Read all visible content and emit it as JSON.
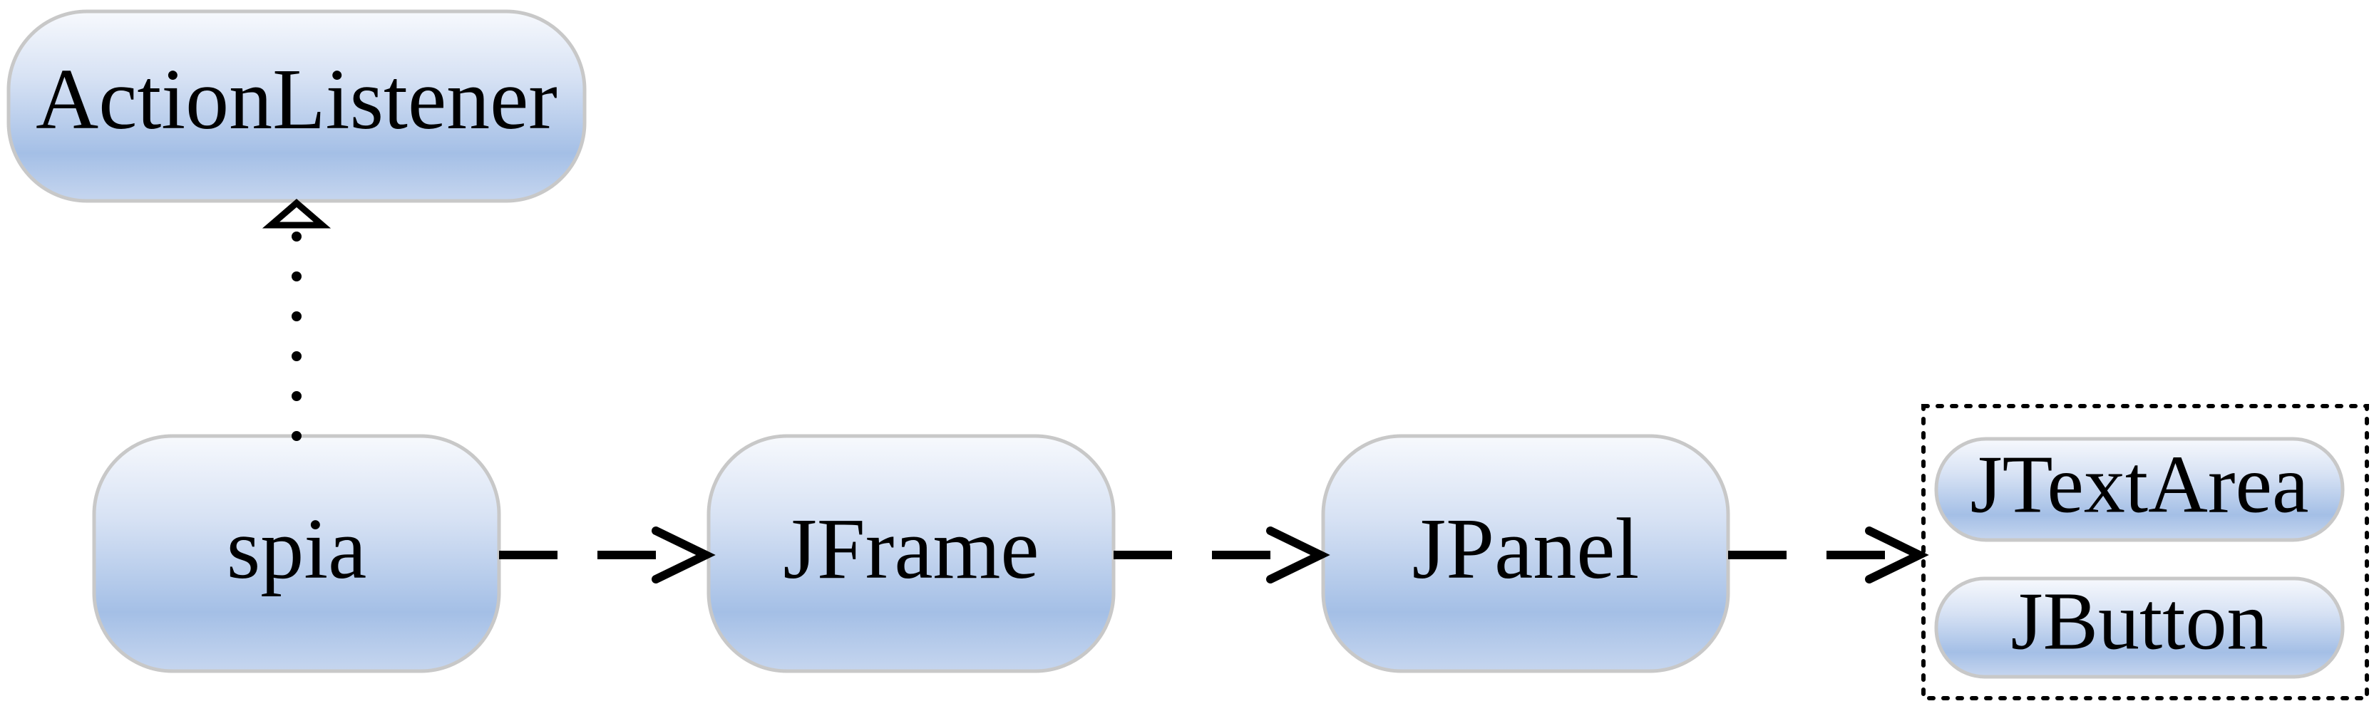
{
  "nodes": {
    "action_listener": "ActionListener",
    "spia": "spia",
    "jframe": "JFrame",
    "jpanel": "JPanel",
    "jtextarea": "JTextArea",
    "jbutton": "JButton"
  },
  "colors": {
    "node_top": "#f4f7fc",
    "node_bottom": "#9fbce4",
    "node_border": "#c8c8c8",
    "line": "#000000"
  }
}
